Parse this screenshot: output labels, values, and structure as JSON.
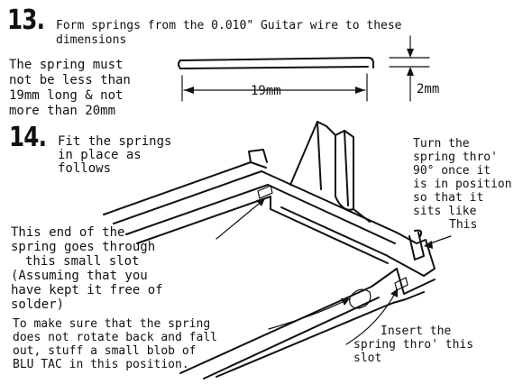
{
  "step13": {
    "number": "13.",
    "instruction_line1": "Form springs from the 0.010\" Guitar wire to these",
    "instruction_line2": "dimensions",
    "length_note": [
      "The spring must",
      "not be less than",
      "19mm long & not",
      "more than 20mm"
    ],
    "length_label": "19mm",
    "height_label": "2mm"
  },
  "step14": {
    "number": "14.",
    "instruction": [
      "Fit the springs",
      "in place as",
      "follows"
    ],
    "turn_note": [
      "Turn the",
      "spring thro'",
      "90° once it",
      "is in position",
      "so that it",
      "sits like",
      "This"
    ],
    "end_note": [
      "This end of the",
      "spring goes through",
      "this small slot",
      "(Assuming that you",
      "have kept it free of",
      "solder)"
    ],
    "rotate_note": [
      "To make sure that the spring",
      "does not rotate back and fall",
      "out, stuff a small blob of",
      "BLU TAC in this position."
    ],
    "insert_note": [
      "Insert the",
      "spring thro' this",
      "slot"
    ]
  }
}
